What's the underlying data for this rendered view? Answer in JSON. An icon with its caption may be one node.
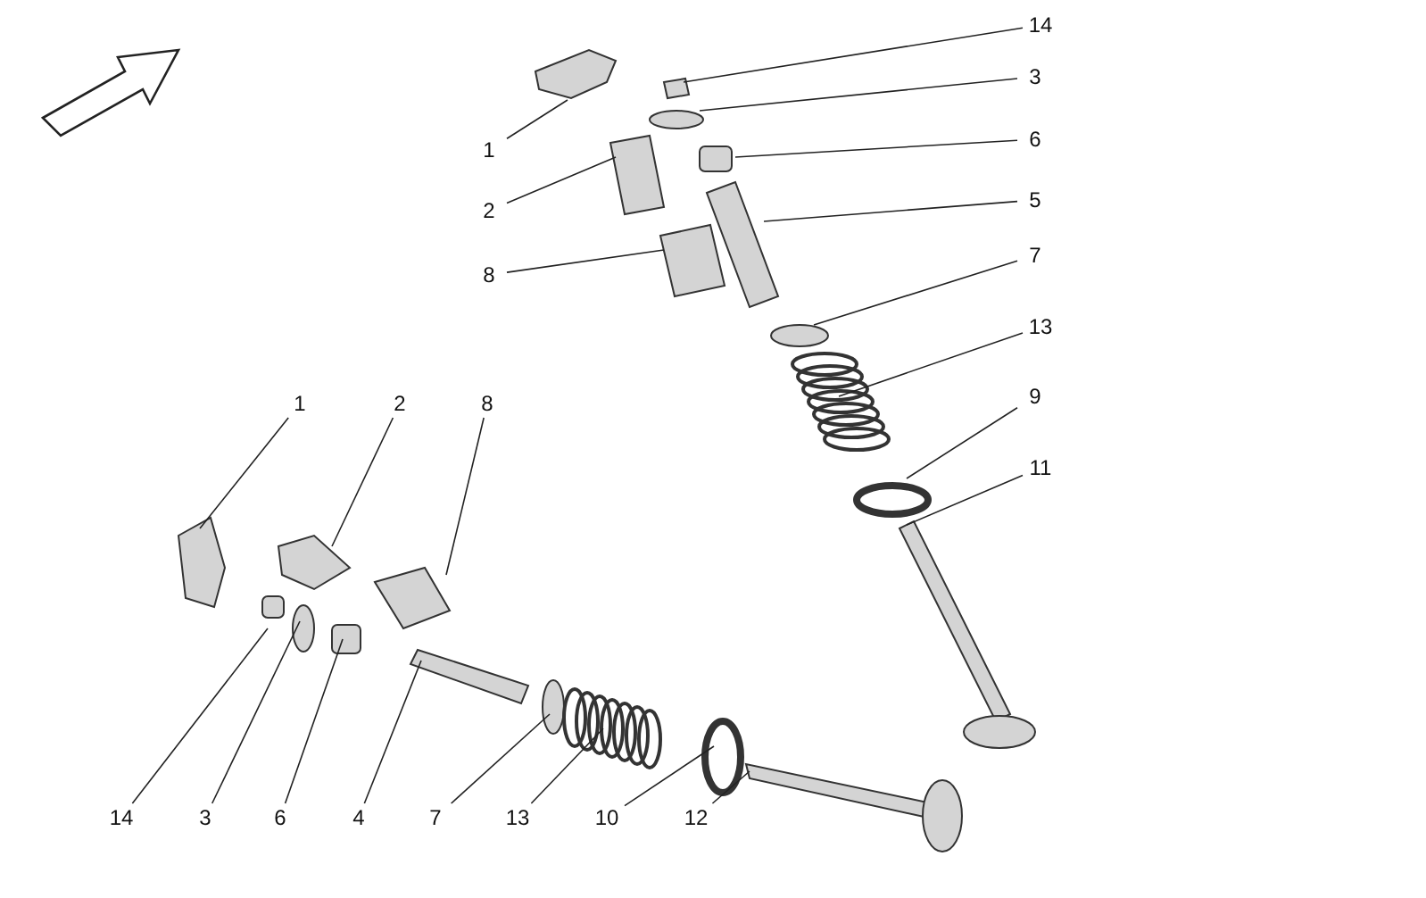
{
  "diagram": {
    "nodes": [
      {
        "text": [
          "14"
        ]
      },
      {
        "text": [
          "3"
        ]
      },
      {
        "text": [
          "6"
        ]
      },
      {
        "text": [
          "5"
        ]
      },
      {
        "text": [
          "7"
        ]
      },
      {
        "text": [
          "13"
        ]
      },
      {
        "text": [
          "9"
        ]
      },
      {
        "text": [
          "11"
        ]
      },
      {
        "text": [
          "1"
        ]
      },
      {
        "text": [
          "2"
        ]
      },
      {
        "text": [
          "8"
        ]
      },
      {
        "text": [
          "1"
        ]
      },
      {
        "text": [
          "2"
        ]
      },
      {
        "text": [
          "8"
        ]
      },
      {
        "text": [
          "14"
        ]
      },
      {
        "text": [
          "3"
        ]
      },
      {
        "text": [
          "6"
        ]
      },
      {
        "text": [
          "4"
        ]
      },
      {
        "text": [
          "7"
        ]
      },
      {
        "text": [
          "13"
        ]
      },
      {
        "text": [
          "10"
        ]
      },
      {
        "text": [
          "12"
        ]
      }
    ],
    "edges": [
      {
        "from": 0,
        "to": null,
        "arrow": "none"
      },
      {
        "from": 1,
        "to": null,
        "arrow": "none"
      },
      {
        "from": 2,
        "to": null,
        "arrow": "none"
      },
      {
        "from": 3,
        "to": null,
        "arrow": "none"
      },
      {
        "from": 4,
        "to": null,
        "arrow": "none"
      },
      {
        "from": 5,
        "to": null,
        "arrow": "none"
      },
      {
        "from": 6,
        "to": null,
        "arrow": "none"
      },
      {
        "from": 7,
        "to": null,
        "arrow": "none"
      },
      {
        "from": 8,
        "to": null,
        "arrow": "none"
      },
      {
        "from": 9,
        "to": null,
        "arrow": "none"
      },
      {
        "from": 10,
        "to": null,
        "arrow": "none"
      },
      {
        "from": 11,
        "to": null,
        "arrow": "none"
      },
      {
        "from": 12,
        "to": null,
        "arrow": "none"
      },
      {
        "from": 13,
        "to": null,
        "arrow": "none"
      },
      {
        "from": 14,
        "to": null,
        "arrow": "none"
      },
      {
        "from": 15,
        "to": null,
        "arrow": "none"
      },
      {
        "from": 16,
        "to": null,
        "arrow": "none"
      },
      {
        "from": 17,
        "to": null,
        "arrow": "none"
      },
      {
        "from": 18,
        "to": null,
        "arrow": "none"
      },
      {
        "from": 19,
        "to": null,
        "arrow": "none"
      },
      {
        "from": 20,
        "to": null,
        "arrow": "none"
      },
      {
        "from": 21,
        "to": null,
        "arrow": "none"
      }
    ]
  }
}
